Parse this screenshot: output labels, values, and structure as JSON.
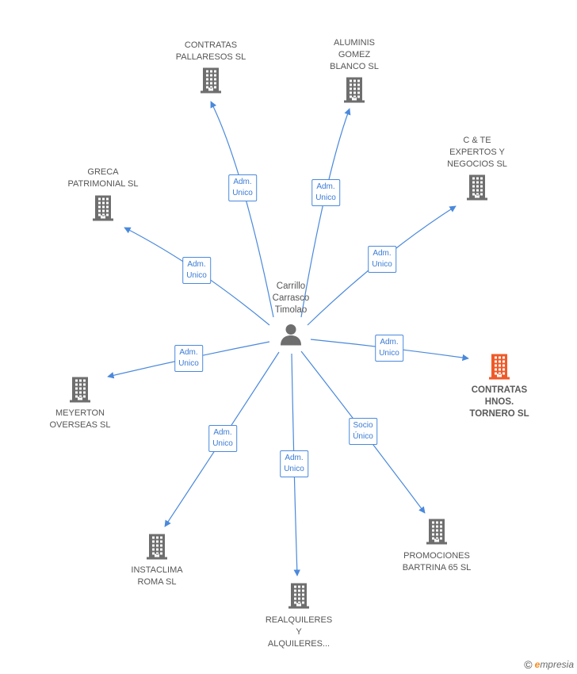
{
  "colors": {
    "edge": "#4a89dc",
    "building": "#6e6e6e",
    "building_highlight": "#f05a28",
    "person": "#6e6e6e"
  },
  "center": {
    "label": "Carrillo\nCarrasco\nTimolao",
    "icon": "person-icon"
  },
  "nodes": [
    {
      "id": "contratas-pallaresos",
      "label": "CONTRATAS\nPALLARESOS SL",
      "icon": "building-icon"
    },
    {
      "id": "aluminis-gomez",
      "label": "ALUMINIS\nGOMEZ\nBLANCO SL",
      "icon": "building-icon"
    },
    {
      "id": "c-te-expertos",
      "label": "C & TE\nEXPERTOS Y\nNEGOCIOS SL",
      "icon": "building-icon"
    },
    {
      "id": "greca-patrimonial",
      "label": "GRECA\nPATRIMONIAL SL",
      "icon": "building-icon"
    },
    {
      "id": "contratas-hnos-tornero",
      "label": "CONTRATAS\nHNOS.\nTORNERO SL",
      "icon": "building-icon",
      "highlight": true
    },
    {
      "id": "meyerton-overseas",
      "label": "MEYERTON\nOVERSEAS SL",
      "icon": "building-icon"
    },
    {
      "id": "instaclima-roma",
      "label": "INSTACLIMA\nROMA SL",
      "icon": "building-icon"
    },
    {
      "id": "realquileres",
      "label": "REALQUILERES\nY\nALQUILERES...",
      "icon": "building-icon"
    },
    {
      "id": "promociones-bartrina",
      "label": "PROMOCIONES\nBARTRINA 65 SL",
      "icon": "building-icon"
    }
  ],
  "edges": [
    {
      "to": "contratas-pallaresos",
      "label": "Adm.\nUnico"
    },
    {
      "to": "aluminis-gomez",
      "label": "Adm.\nUnico"
    },
    {
      "to": "c-te-expertos",
      "label": "Adm.\nUnico"
    },
    {
      "to": "greca-patrimonial",
      "label": "Adm.\nUnico"
    },
    {
      "to": "contratas-hnos-tornero",
      "label": "Adm.\nUnico"
    },
    {
      "to": "meyerton-overseas",
      "label": "Adm.\nUnico"
    },
    {
      "to": "instaclima-roma",
      "label": "Adm.\nUnico"
    },
    {
      "to": "realquileres",
      "label": "Adm.\nUnico"
    },
    {
      "to": "promociones-bartrina",
      "label": "Socio\nÚnico"
    }
  ],
  "watermark": {
    "copyright": "©",
    "brand_initial": "e",
    "brand_rest": "mpresia"
  }
}
